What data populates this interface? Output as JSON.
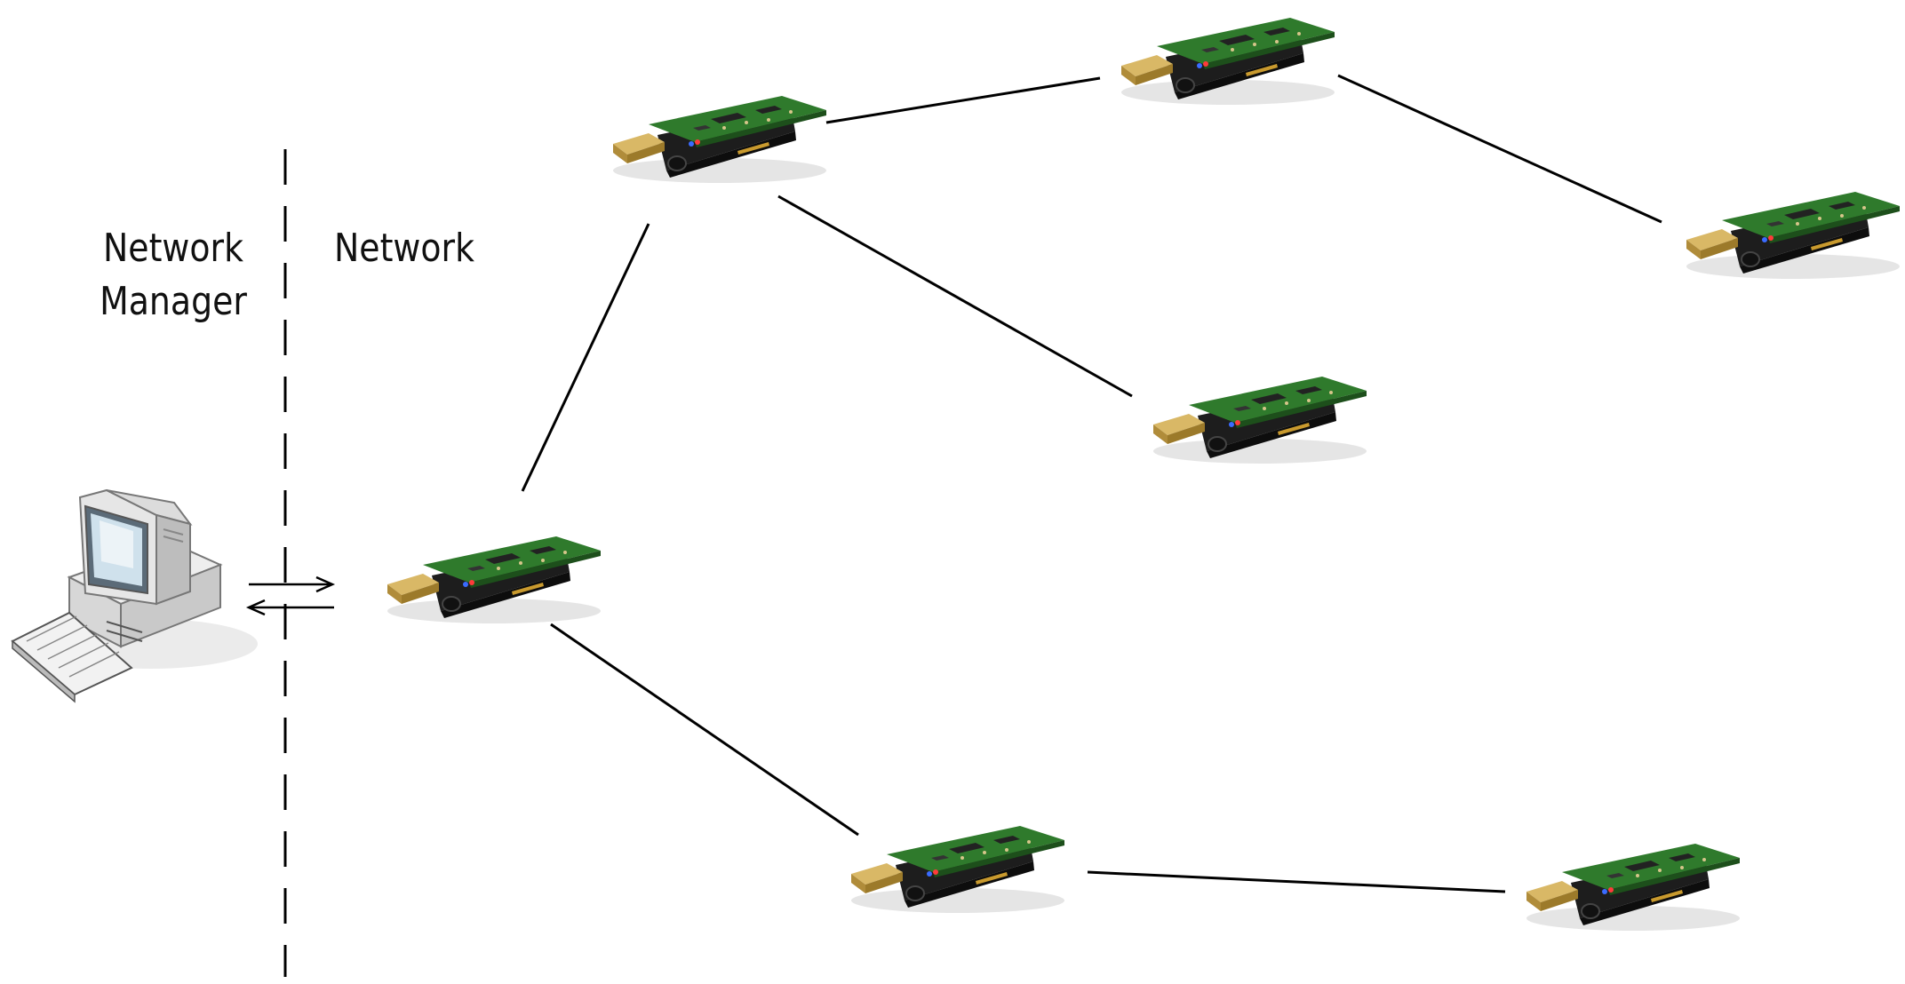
{
  "labels": {
    "manager_line1": "Network",
    "manager_line2": "Manager",
    "network": "Network"
  },
  "icons": {
    "manager_station": "desktop-computer-icon",
    "network_node": "usb-sensor-mote-icon"
  },
  "nodes": [
    {
      "id": "gateway"
    },
    {
      "id": "node-1"
    },
    {
      "id": "node-2"
    },
    {
      "id": "node-3"
    },
    {
      "id": "node-4"
    },
    {
      "id": "node-5"
    },
    {
      "id": "node-6"
    }
  ],
  "links": [
    [
      "gateway",
      "node-1"
    ],
    [
      "node-1",
      "node-2"
    ],
    [
      "node-1",
      "node-4"
    ],
    [
      "node-2",
      "node-3"
    ],
    [
      "gateway",
      "node-5"
    ],
    [
      "node-5",
      "node-6"
    ]
  ],
  "colors": {
    "line": "#000000",
    "board": "#2f7a2c",
    "board_dark": "#1d4f1b",
    "connector": "#c8a14a"
  }
}
